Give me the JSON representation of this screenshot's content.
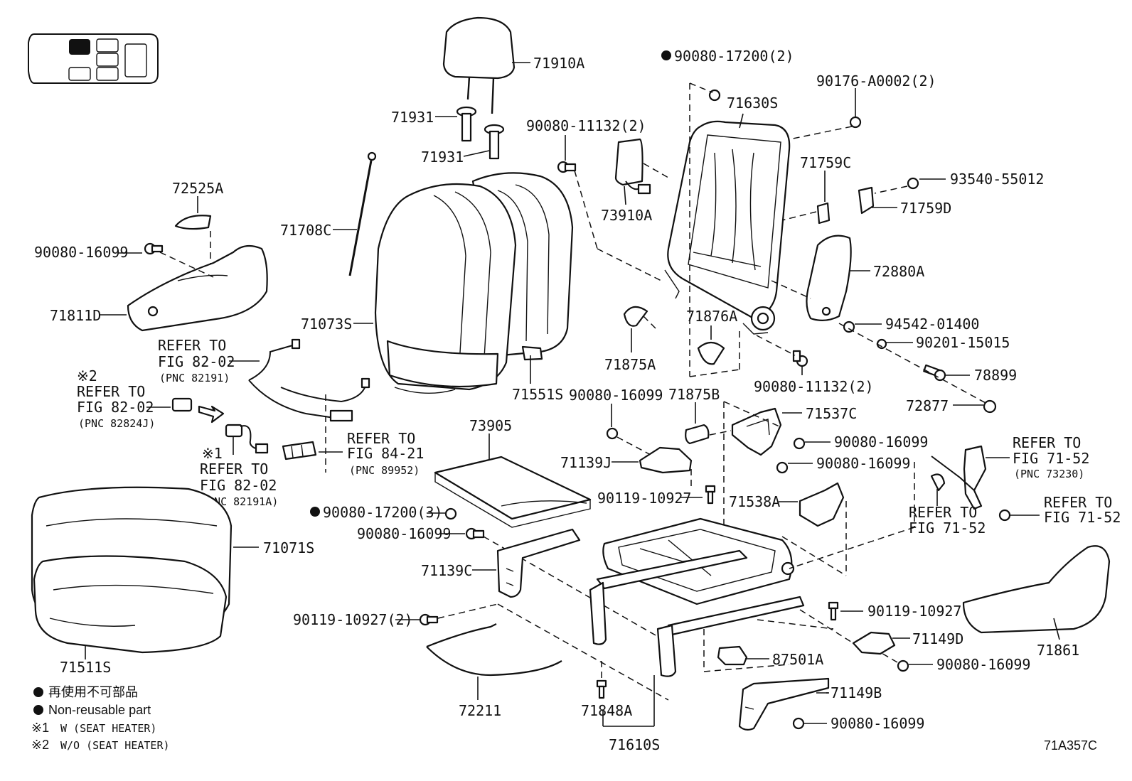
{
  "diagram_code": "71A357C",
  "legend": {
    "non_reusable_jp": "再使用不可部品",
    "non_reusable_en": "Non-reusable part",
    "note1_mark": "※1",
    "note1_text": "W (SEAT HEATER)",
    "note2_mark": "※2",
    "note2_text": "W/O (SEAT HEATER)"
  },
  "labels": {
    "p71910A": "71910A",
    "p71931a": "71931",
    "p71931b": "71931",
    "p72525A": "72525A",
    "p90080_16099_a": "90080-16099",
    "p71811D": "71811D",
    "p71708C": "71708C",
    "p71073S": "71073S",
    "p71551S": "71551S",
    "p90080_11132_a": "90080-11132(2)",
    "p73910A": "73910A",
    "p90080_17200_a": "90080-17200(2)",
    "p71630S": "71630S",
    "p90176": "90176-A0002(2)",
    "p71759C": "71759C",
    "p93540": "93540-55012",
    "p71759D": "71759D",
    "p72880A": "72880A",
    "p71876A": "71876A",
    "p71875A": "71875A",
    "p94542": "94542-01400",
    "p90201": "90201-15015",
    "p78899": "78899",
    "p72877": "72877",
    "p90080_11132_b": "90080-11132(2)",
    "p90080_16099_b": "90080-16099",
    "p71875B": "71875B",
    "p71537C": "71537C",
    "p90080_16099_c": "90080-16099",
    "p90080_16099_d": "90080-16099",
    "p71139J": "71139J",
    "p73905": "73905",
    "p90119_10927_a": "90119-10927",
    "p71538A": "71538A",
    "p90080_17200_b": "90080-17200(3)",
    "p90080_16099_e": "90080-16099",
    "p71139C": "71139C",
    "p90119_10927_b": "90119-10927(2)",
    "p72211": "72211",
    "p71848A": "71848A",
    "p71610S": "71610S",
    "p90119_10927_c": "90119-10927",
    "p71149D": "71149D",
    "p87501A": "87501A",
    "p90080_16099_f": "90080-16099",
    "p71149B": "71149B",
    "p90080_16099_g": "90080-16099",
    "p71861": "71861",
    "p71071S": "71071S",
    "p71511S": "71511S"
  },
  "refs": {
    "r1": [
      "REFER TO",
      "FIG 82-02",
      "(PNC 82191)"
    ],
    "r2": [
      "※2",
      "REFER TO",
      "FIG 82-02",
      "(PNC 82824J)"
    ],
    "r3": [
      "※1",
      "REFER TO",
      "FIG 82-02",
      "(PNC 82191A)"
    ],
    "r4": [
      "REFER TO",
      "FIG 84-21",
      "(PNC 89952)"
    ],
    "r5": [
      "REFER TO",
      "FIG 71-52",
      "(PNC 73230)"
    ],
    "r6": [
      "REFER TO",
      "FIG 71-52"
    ],
    "r7": [
      "REFER TO",
      "FIG 71-52"
    ]
  }
}
